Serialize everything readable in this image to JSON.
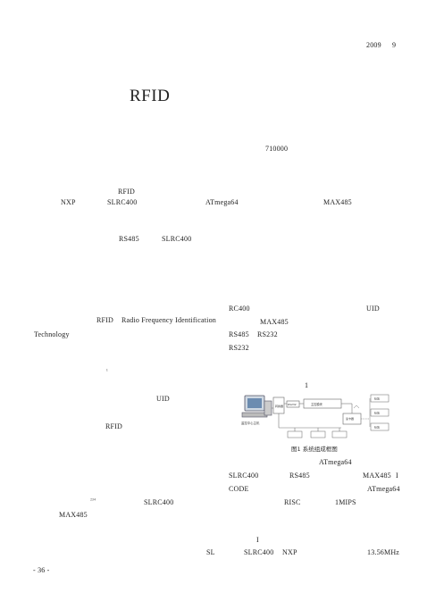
{
  "header": {
    "year": "2009",
    "issue": "9"
  },
  "title": "RFID",
  "affiliation_zip": "710000",
  "abstract": {
    "rfid": "RFID",
    "nxp": "NXP",
    "slrc400": "SLRC400",
    "atmega64": "ATmega64",
    "max485": "MAX485",
    "rs485": "RS485",
    "slrc400_b": "SLRC400"
  },
  "keywords_en": {
    "rfid": "RFID",
    "term": "Radio Frequency Identification",
    "technology": "Technology"
  },
  "left_col": {
    "small_mark_1": "¹",
    "uid": "UID",
    "rfid": "RFID",
    "small_mark_2": "²³⁴",
    "slrc400": "SLRC400",
    "max485": "MAX485",
    "sl": "SL"
  },
  "right_col": {
    "rc400": "RC400",
    "uid": "UID",
    "max485": "MAX485",
    "rs485": "RS485",
    "rs232": "RS232",
    "rs232_b": "RS232",
    "section_1": "1",
    "figure_caption": "图1  系统组成框图",
    "atmega64": "ATmega64",
    "slrc400": "SLRC400",
    "max485_b": "MAX485",
    "i": "I",
    "code": "CODE",
    "atmega64_b": "ATmega64",
    "risc": "RISC",
    "mips": "1MIPS",
    "section_marker": "I",
    "slrc400_b": "SLRC400",
    "nxp": "NXP",
    "freq": "13.56MHz"
  },
  "figure_labels": {
    "pc": "监控中心主机",
    "iface": "RS232",
    "conv": "转换器",
    "main": "主控模块",
    "reader": "读卡器",
    "card1": "标签",
    "card2": "标签",
    "card3": "标签"
  },
  "footer": {
    "page": "- 36 -"
  }
}
